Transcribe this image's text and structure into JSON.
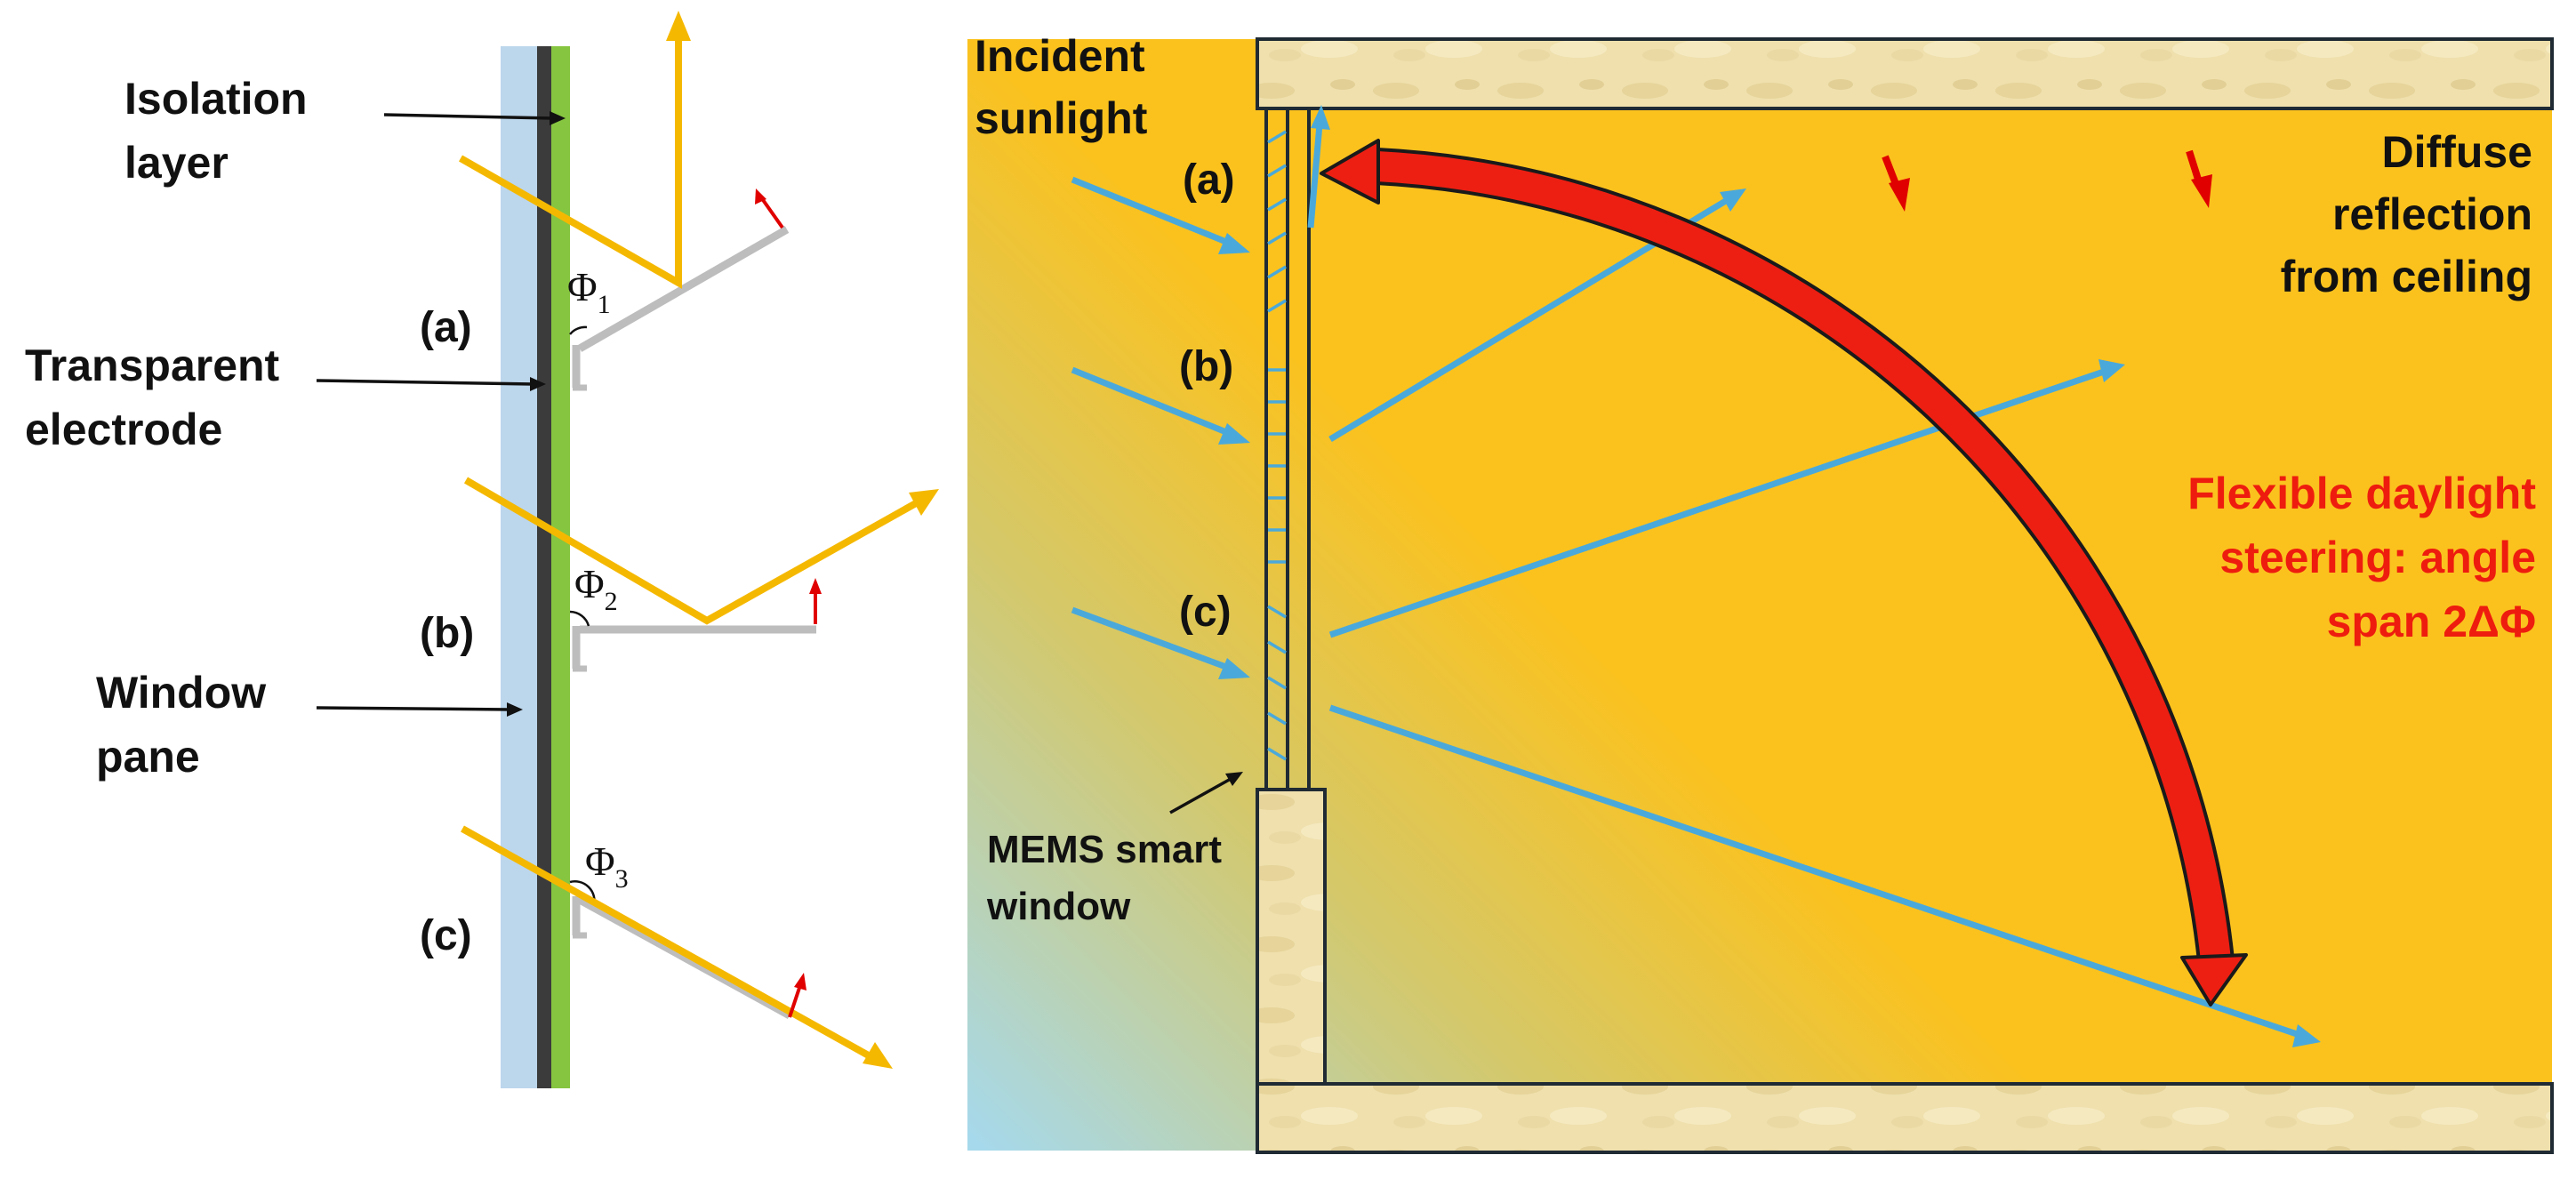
{
  "left_panel": {
    "labels": {
      "isolation_line1": "Isolation",
      "isolation_line2": "layer",
      "transparent_line1": "Transparent",
      "transparent_line2": "electrode",
      "window_line1": "Window",
      "window_line2": "pane",
      "mark_a": "(a)",
      "mark_b": "(b)",
      "mark_c": "(c)"
    },
    "angles": {
      "phi_symbol": "Φ",
      "sub_1": "1",
      "sub_2": "2",
      "sub_3": "3"
    }
  },
  "right_panel": {
    "labels": {
      "incident_line1": "Incident",
      "incident_line2": "sunlight",
      "diffuse_line1": "Diffuse",
      "diffuse_line2": "reflection",
      "diffuse_line3": "from ceiling",
      "steering_line1": "Flexible daylight",
      "steering_line2": "steering: angle",
      "steering_line3": "span 2ΔΦ",
      "mems_line1": "MEMS smart",
      "mems_line2": "window",
      "mark_a": "(a)",
      "mark_b": "(b)",
      "mark_c": "(c)"
    }
  },
  "colors": {
    "glass": "#bcd6ec",
    "electrode": "#3b3b3b",
    "isolation": "#86c540",
    "mirror": "#bdbdbd",
    "sun_ray": "#f5b800",
    "small_arrow": "#e00000",
    "room_fill": "#fbc21e",
    "sky_fill": "#a6d9ec",
    "blue_ray": "#4aa9da",
    "big_arrow": "#ec1f12",
    "stone": "#efe0ad"
  }
}
